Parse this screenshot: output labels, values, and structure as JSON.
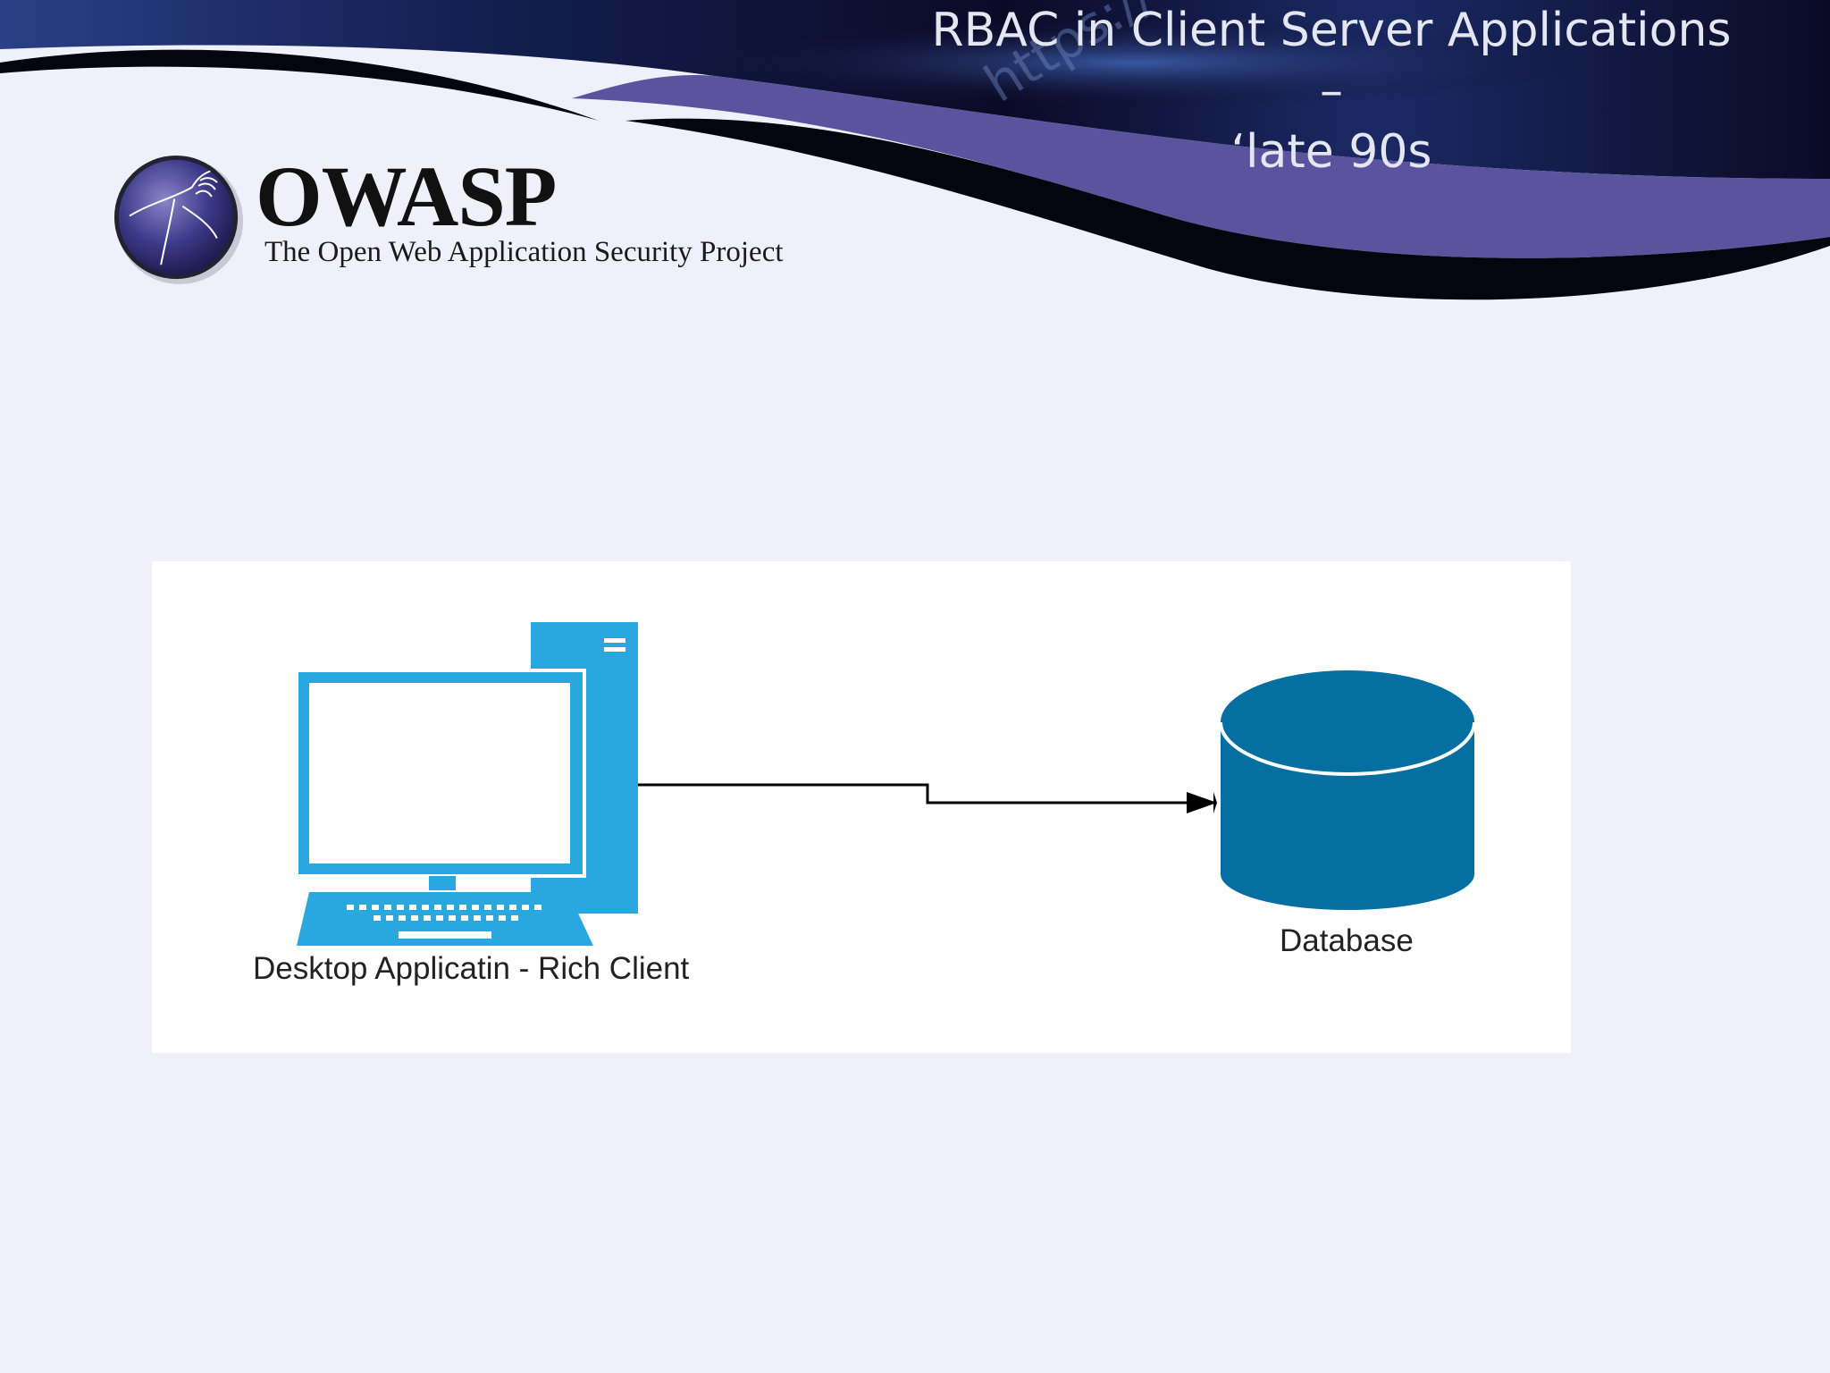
{
  "slide": {
    "title_line1": "RBAC in Client Server Applications –",
    "title_line2": "‘late 90s"
  },
  "header_banner": {
    "watermark_text": "https://"
  },
  "logo": {
    "name": "OWASP",
    "tagline": "The Open Web Application Security Project"
  },
  "diagram": {
    "client_label": "Desktop Applicatin - Rich Client",
    "database_label": "Database",
    "colors": {
      "computer": "#29a8e0",
      "database": "#046fa0",
      "connector": "#000000",
      "panel": "#ffffff"
    }
  },
  "colors": {
    "background": "#f0f0fa",
    "banner_dark": "#0b0a22",
    "banner_purple": "#5b539e",
    "title_text": "#e4e6f2"
  }
}
